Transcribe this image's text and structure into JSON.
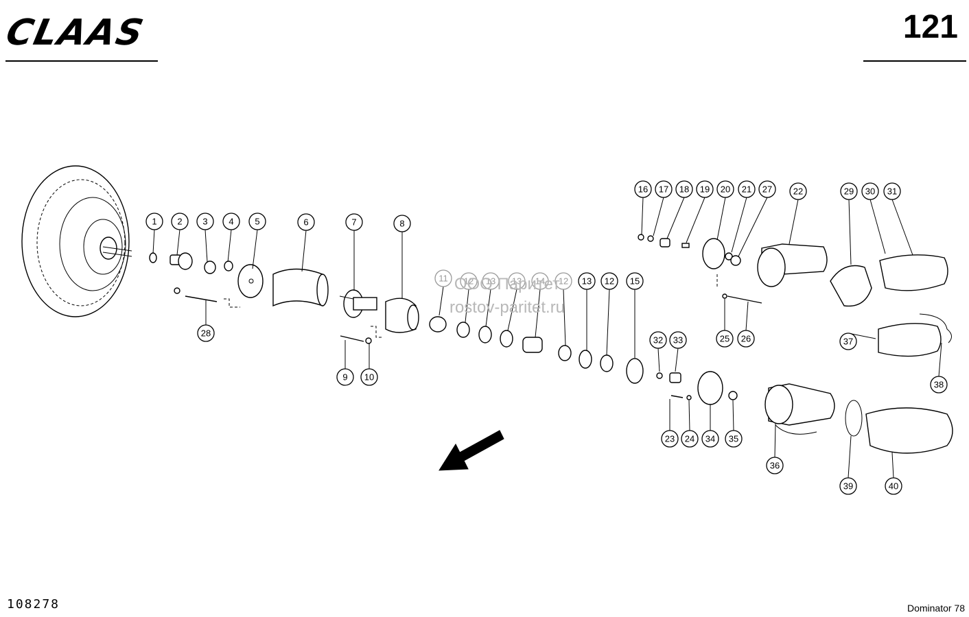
{
  "header": {
    "brand": "CLAAS",
    "page_number": "121"
  },
  "footer": {
    "drawing_number": "108278",
    "model": "Dominator 78"
  },
  "watermark": {
    "line1": "ООО Паритет",
    "line2": "rostov-paritet.ru"
  },
  "callouts": [
    {
      "label": "1"
    },
    {
      "label": "2"
    },
    {
      "label": "3"
    },
    {
      "label": "4"
    },
    {
      "label": "5"
    },
    {
      "label": "6"
    },
    {
      "label": "7"
    },
    {
      "label": "8"
    },
    {
      "label": "28"
    },
    {
      "label": "9"
    },
    {
      "label": "10"
    },
    {
      "label": "11"
    },
    {
      "label": "12"
    },
    {
      "label": "13"
    },
    {
      "label": "13"
    },
    {
      "label": "14"
    },
    {
      "label": "12"
    },
    {
      "label": "13"
    },
    {
      "label": "12"
    },
    {
      "label": "15"
    },
    {
      "label": "16"
    },
    {
      "label": "17"
    },
    {
      "label": "18"
    },
    {
      "label": "19"
    },
    {
      "label": "20"
    },
    {
      "label": "21"
    },
    {
      "label": "27"
    },
    {
      "label": "22"
    },
    {
      "label": "29"
    },
    {
      "label": "30"
    },
    {
      "label": "31"
    },
    {
      "label": "25"
    },
    {
      "label": "26"
    },
    {
      "label": "37"
    },
    {
      "label": "38"
    },
    {
      "label": "32"
    },
    {
      "label": "33"
    },
    {
      "label": "23"
    },
    {
      "label": "24"
    },
    {
      "label": "34"
    },
    {
      "label": "35"
    },
    {
      "label": "36"
    },
    {
      "label": "39"
    },
    {
      "label": "40"
    }
  ]
}
